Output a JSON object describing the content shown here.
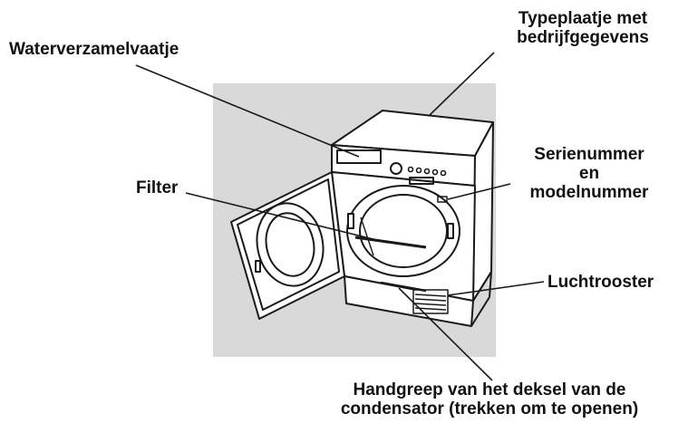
{
  "labels": {
    "typeplaatje": [
      "Typeplaatje met",
      "bedrijfgegevens"
    ],
    "waterverzamelvaatje": "Waterverzamelvaatje",
    "serienummer": [
      "Serienummer",
      "en",
      "modelnummer"
    ],
    "filter": "Filter",
    "luchtrooster": "Luchtrooster",
    "handgreep": [
      "Handgreep van het deksel van de",
      "condensator (trekken om te openen)"
    ]
  },
  "colors": {
    "background_panel": "#d9d9d9",
    "outline": "#1a1a1a",
    "text": "#111111"
  }
}
